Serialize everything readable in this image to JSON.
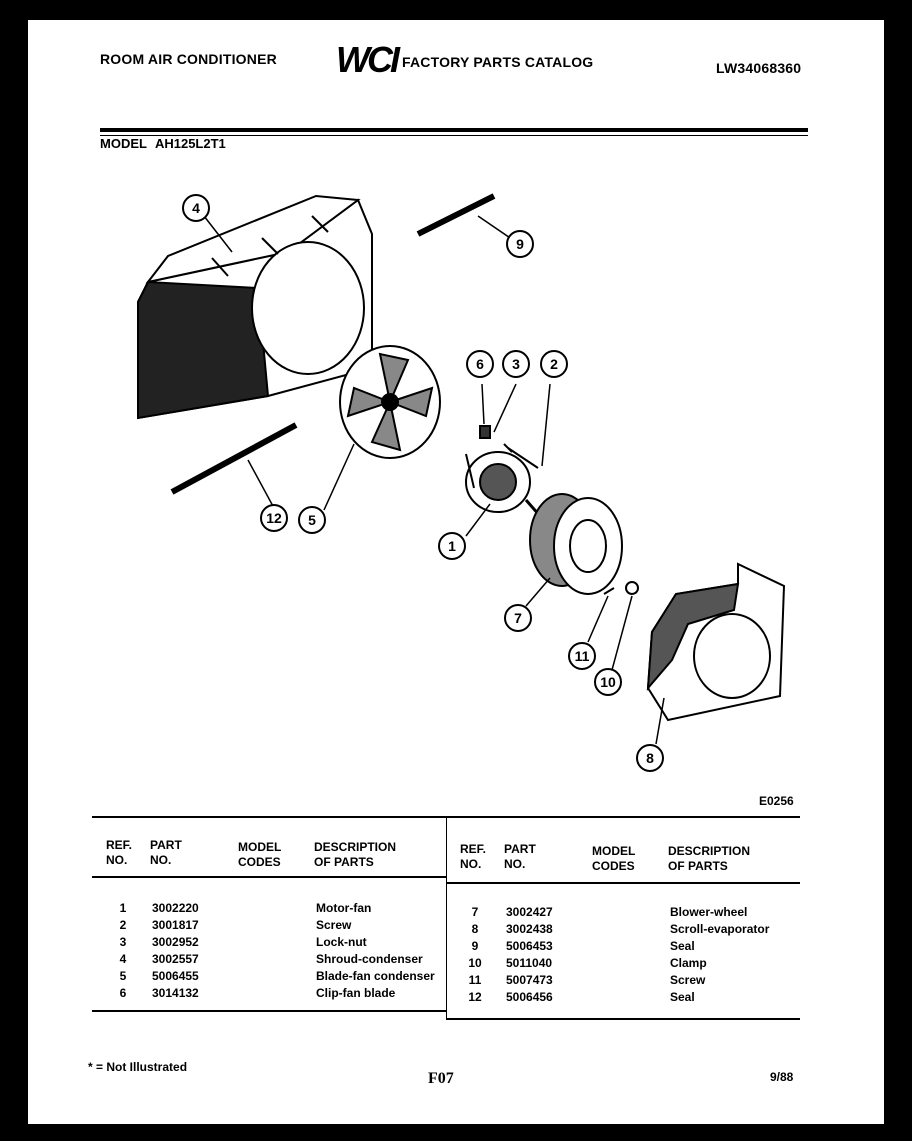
{
  "header": {
    "left_title": "ROOM AIR CONDITIONER",
    "brand_logo": "WCI",
    "catalog_title": "FACTORY PARTS CATALOG",
    "catalog_number": "LW34068360"
  },
  "model": {
    "label": "MODEL",
    "value": "AH125L2T1"
  },
  "diagram": {
    "figure_code": "E0256",
    "callouts": [
      "1",
      "2",
      "3",
      "6",
      "4",
      "5",
      "7",
      "8",
      "9",
      "10",
      "11",
      "12"
    ]
  },
  "table": {
    "headers": {
      "ref": "REF.\nNO.",
      "part": "PART\nNO.",
      "model_codes": "MODEL\nCODES",
      "description": "DESCRIPTION\nOF PARTS"
    },
    "left_rows": [
      {
        "ref": "1",
        "part": "3002220",
        "codes": "",
        "desc": "Motor-fan"
      },
      {
        "ref": "2",
        "part": "3001817",
        "codes": "",
        "desc": "Screw"
      },
      {
        "ref": "3",
        "part": "3002952",
        "codes": "",
        "desc": "Lock-nut"
      },
      {
        "ref": "4",
        "part": "3002557",
        "codes": "",
        "desc": "Shroud-condenser"
      },
      {
        "ref": "5",
        "part": "5006455",
        "codes": "",
        "desc": "Blade-fan condenser"
      },
      {
        "ref": "6",
        "part": "3014132",
        "codes": "",
        "desc": "Clip-fan blade"
      }
    ],
    "right_rows": [
      {
        "ref": "7",
        "part": "3002427",
        "codes": "",
        "desc": "Blower-wheel"
      },
      {
        "ref": "8",
        "part": "3002438",
        "codes": "",
        "desc": "Scroll-evaporator"
      },
      {
        "ref": "9",
        "part": "5006453",
        "codes": "",
        "desc": "Seal"
      },
      {
        "ref": "10",
        "part": "5011040",
        "codes": "",
        "desc": "Clamp"
      },
      {
        "ref": "11",
        "part": "5007473",
        "codes": "",
        "desc": "Screw"
      },
      {
        "ref": "12",
        "part": "5006456",
        "codes": "",
        "desc": "Seal"
      }
    ]
  },
  "footer": {
    "note": "* = Not Illustrated",
    "page_code": "F07",
    "date": "9/88"
  }
}
